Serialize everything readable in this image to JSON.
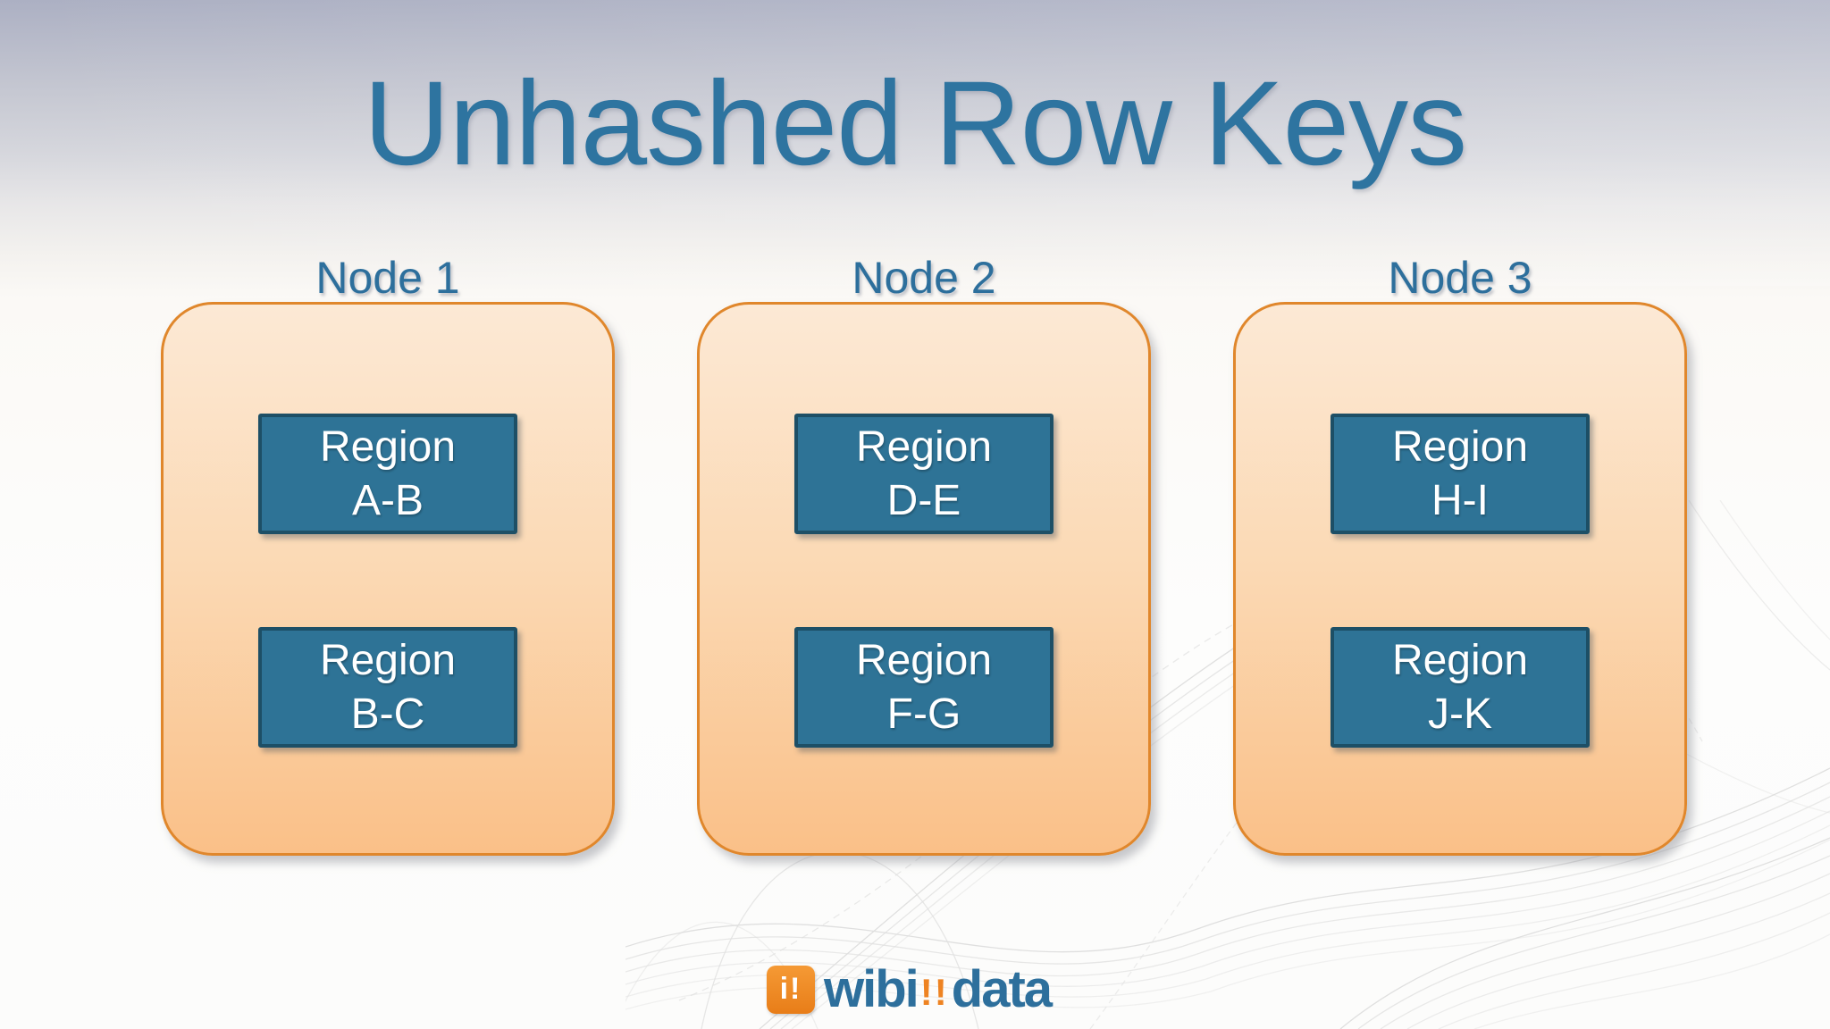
{
  "slide": {
    "title": "Unhashed Row Keys"
  },
  "nodes": [
    {
      "label": "Node 1",
      "regions": [
        {
          "line1": "Region",
          "line2": "A-B"
        },
        {
          "line1": "Region",
          "line2": "B-C"
        }
      ]
    },
    {
      "label": "Node 2",
      "regions": [
        {
          "line1": "Region",
          "line2": "D-E"
        },
        {
          "line1": "Region",
          "line2": "F-G"
        }
      ]
    },
    {
      "label": "Node 3",
      "regions": [
        {
          "line1": "Region",
          "line2": "H-I"
        },
        {
          "line1": "Region",
          "line2": "J-K"
        }
      ]
    }
  ],
  "logo": {
    "icon_text": "i!",
    "word1": "wibi",
    "separator": "!!",
    "word2": "data"
  },
  "colors": {
    "title_blue": "#2e74a0",
    "label_blue": "#2d6f9c",
    "node_fill_top": "#fce9d5",
    "node_fill_bottom": "#fac088",
    "node_border": "#e0872c",
    "region_fill": "#2e7396",
    "region_border": "#1d4f66",
    "region_text": "#ffffff",
    "logo_orange": "#ee8322",
    "logo_blue": "#2d6f9c",
    "bg_top": "#acb0c3"
  }
}
